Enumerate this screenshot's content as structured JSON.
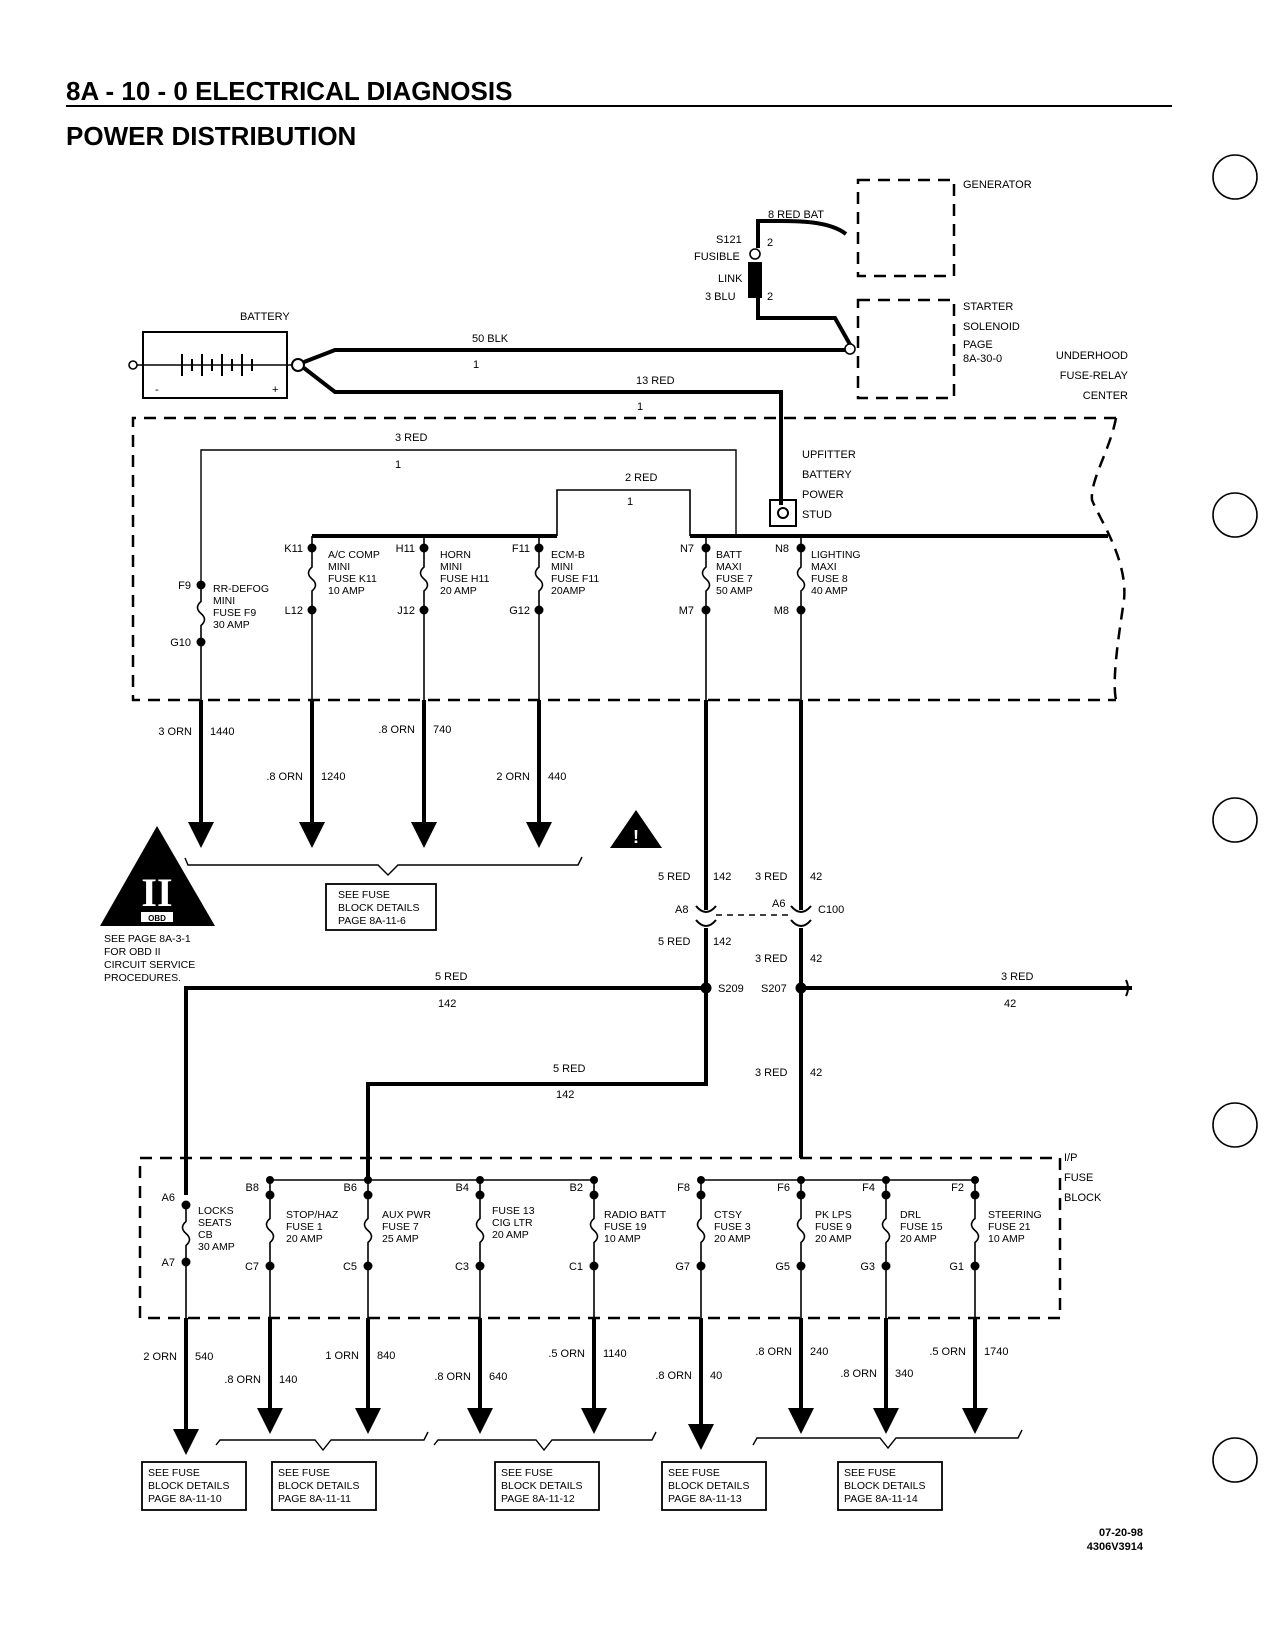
{
  "header": {
    "section": "8A - 10 - 0   ELECTRICAL DIAGNOSIS",
    "title": "POWER DISTRIBUTION"
  },
  "components": {
    "generator": "GENERATOR",
    "starter": [
      "STARTER",
      "SOLENOID",
      "PAGE",
      "8A-30-0"
    ],
    "battery": "BATTERY",
    "battery_minus": "-",
    "battery_plus": "+",
    "underhood": [
      "UNDERHOOD",
      "FUSE-RELAY",
      "CENTER"
    ],
    "upfitter": [
      "UPFITTER",
      "BATTERY",
      "POWER",
      "STUD"
    ],
    "ip_block": [
      "I/P",
      "FUSE",
      "BLOCK"
    ]
  },
  "fusible_link": {
    "splice": "S121",
    "label1": "FUSIBLE",
    "label2": "LINK",
    "pin_top": "2",
    "pin_bottom": "2",
    "wire_in": "3 BLU",
    "wire_bat": "8 RED  BAT"
  },
  "wires_top": {
    "w50": "50 BLK",
    "w50c": "1",
    "w13": "13 RED",
    "w13c": "1",
    "w3": "3 RED",
    "w3c": "1",
    "w2": "2 RED",
    "w2c": "1"
  },
  "underhood_fuses": [
    {
      "id": "rr",
      "in": "F9",
      "out": "G10",
      "lines": [
        "RR-DEFOG",
        "MINI",
        "FUSE F9",
        "30 AMP"
      ],
      "wire": "3 ORN",
      "circuit": "1440"
    },
    {
      "id": "ac",
      "in": "K11",
      "out": "L12",
      "lines": [
        "A/C COMP",
        "MINI",
        "FUSE K11",
        "10 AMP"
      ],
      "wire": ".8 ORN",
      "circuit": "1240"
    },
    {
      "id": "horn",
      "in": "H11",
      "out": "J12",
      "lines": [
        "HORN",
        "MINI",
        "FUSE H11",
        "20 AMP"
      ],
      "wire": ".8 ORN",
      "circuit": "740"
    },
    {
      "id": "ecm",
      "in": "F11",
      "out": "G12",
      "lines": [
        "ECM-B",
        "MINI",
        "FUSE F11",
        "20AMP"
      ],
      "wire": "2 ORN",
      "circuit": "440"
    },
    {
      "id": "batt",
      "in": "N7",
      "out": "M7",
      "lines": [
        "BATT",
        "MAXI",
        "FUSE 7",
        "50 AMP"
      ]
    },
    {
      "id": "light",
      "in": "N8",
      "out": "M8",
      "lines": [
        "LIGHTING",
        "MAXI",
        "FUSE 8",
        "40 AMP"
      ]
    }
  ],
  "ref_top": [
    "SEE FUSE",
    "BLOCK DETAILS",
    "PAGE 8A-11-6"
  ],
  "obd": {
    "symbol": "II",
    "badge": "OBD",
    "note": [
      "SEE PAGE 8A-3-1",
      "FOR OBD II",
      "CIRCUIT SERVICE",
      "PROCEDURES."
    ]
  },
  "warning_symbol": "!",
  "mid": {
    "w5a": "5 RED",
    "c142a": "142",
    "w3a": "3 RED",
    "c42a": "42",
    "pinA8": "A8",
    "pinA6": "A6",
    "c100": "C100",
    "w5b": "5 RED",
    "c142b": "142",
    "w3b": "3 RED",
    "c42b": "42",
    "s209": "S209",
    "s207": "S207",
    "wL": "5 RED",
    "cL": "142",
    "wR": "3 RED",
    "cR": "42",
    "w5c": "5 RED",
    "c142c": "142",
    "w3c": "3 RED",
    "c42c": "42"
  },
  "ip_fuses": [
    {
      "id": "locks",
      "in": "A6",
      "out": "A7",
      "lines": [
        "LOCKS",
        "SEATS",
        "CB",
        "30 AMP"
      ],
      "wire": "2 ORN",
      "circuit": "540"
    },
    {
      "id": "stop",
      "in": "B8",
      "out": "C7",
      "lines": [
        "STOP/HAZ",
        "FUSE 1",
        "20 AMP"
      ],
      "wire": ".8 ORN",
      "circuit": "140"
    },
    {
      "id": "aux",
      "in": "B6",
      "out": "C5",
      "lines": [
        "AUX PWR",
        "FUSE 7",
        "25 AMP"
      ],
      "wire": "1 ORN",
      "circuit": "840"
    },
    {
      "id": "cig",
      "in": "B4",
      "out": "C3",
      "lines": [
        "FUSE 13",
        "CIG LTR",
        "20 AMP"
      ],
      "wire": ".8 ORN",
      "circuit": "640"
    },
    {
      "id": "radio",
      "in": "B2",
      "out": "C1",
      "lines": [
        "RADIO BATT",
        "FUSE 19",
        "10 AMP"
      ],
      "wire": ".5 ORN",
      "circuit": "1140"
    },
    {
      "id": "ctsy",
      "in": "F8",
      "out": "G7",
      "lines": [
        "CTSY",
        "FUSE 3",
        "20 AMP"
      ],
      "wire": ".8 ORN",
      "circuit": "40"
    },
    {
      "id": "pklps",
      "in": "F6",
      "out": "G5",
      "lines": [
        "PK LPS",
        "FUSE 9",
        "20 AMP"
      ],
      "wire": ".8 ORN",
      "circuit": "240"
    },
    {
      "id": "drl",
      "in": "F4",
      "out": "G3",
      "lines": [
        "DRL",
        "FUSE 15",
        "20 AMP"
      ],
      "wire": ".8 ORN",
      "circuit": "340"
    },
    {
      "id": "steer",
      "in": "F2",
      "out": "G1",
      "lines": [
        "STEERING",
        "FUSE 21",
        "10 AMP"
      ],
      "wire": ".5 ORN",
      "circuit": "1740"
    }
  ],
  "refs_bottom": [
    [
      "SEE FUSE",
      "BLOCK DETAILS",
      "PAGE 8A-11-10"
    ],
    [
      "SEE FUSE",
      "BLOCK DETAILS",
      "PAGE 8A-11-11"
    ],
    [
      "SEE FUSE",
      "BLOCK DETAILS",
      "PAGE 8A-11-12"
    ],
    [
      "SEE FUSE",
      "BLOCK DETAILS",
      "PAGE 8A-11-13"
    ],
    [
      "SEE FUSE",
      "BLOCK DETAILS",
      "PAGE 8A-11-14"
    ]
  ],
  "footer": {
    "date": "07-20-98",
    "code": "4306V3914"
  }
}
